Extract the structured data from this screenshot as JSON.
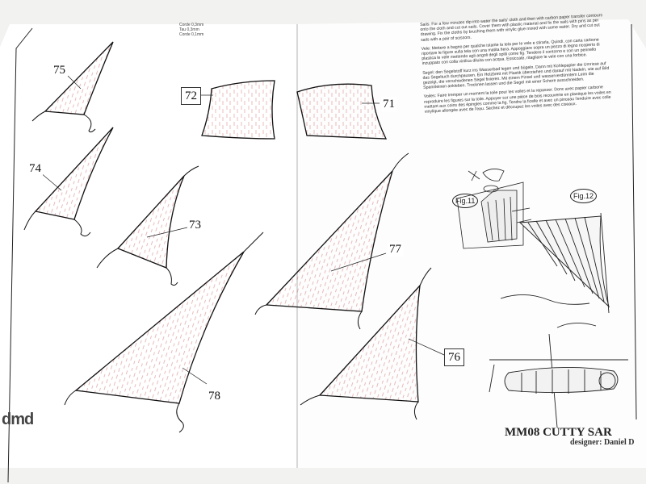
{
  "sails": [
    {
      "id": "sail-75",
      "label": "75"
    },
    {
      "id": "sail-74",
      "label": "74"
    },
    {
      "id": "sail-72",
      "label": "72"
    },
    {
      "id": "sail-71",
      "label": "71"
    },
    {
      "id": "sail-73",
      "label": "73"
    },
    {
      "id": "sail-77",
      "label": "77"
    },
    {
      "id": "sail-76",
      "label": "76"
    },
    {
      "id": "sail-78",
      "label": "78"
    }
  ],
  "rope_notes": [
    "Corde 0,3mm",
    "Tau 0,3mm",
    "Corde 0,1mm"
  ],
  "instructions": {
    "en": "Sails: For a few minutes dip into water the sails' cloth and then with carbon paper transfer contours onto the cloth and cut out sails. Cover them with plastic material and fix the sails with pins as per drawing. Fix the cloths by brushing them with vinylic glue mixed with some water. Dry and cut out sails with a pair of scissors.",
    "it": "Vele: Mettere a bagno per qualche istante la tela per le vele e stirarla. Quindi, con carta carbone riportare le figure sulla tela con una matita fiera. Appoggiare sopra un pezzo di legno ricoperto di plastica le vele mettendo agli angoli degli spilli come fig. Tendere il contorno e con un pennello inzuppato con colla vinilica diluita con acqua. Essiccate, ritagliare le vele con una forbice.",
    "de": "Segel: den Segelstoff kurz ins Wasserbad legen und bügeln. Dann mit Kohlepapier die Umrisse auf das Segeltuch durchpausen. Ein Holzbrett mit Plastik überziehen und darauf mit Nadeln, wie auf Bild gezeigt, die verschiedenen Segel fixieren. Mit einem Pinsel und wasserverdünntem Leim die Spannleinen ankleben. Trocknen lassen und die Segel mit einer Schere ausschneiden.",
    "fr": "Voiles: Faire tremper un moment la toile pour les voiles et la repasser. Donc avec papier carbone reproduire les figures sur la toile. Appuyer sur une pièce de bois recouverte en plastique les voiles en mettant aux coins des épingles comme la fig. Tendre la ficelle et avec un pinceau l'enduire avec colle vinylique allongée avec de l'eau. Séchez et découpez les voiles avec des ciseaux."
  },
  "figures": {
    "fig11": "Fig.11",
    "fig12": "Fig.12"
  },
  "title": "MM08 CUTTY SAR",
  "designer": "designer: Daniel D",
  "brand": "dmd"
}
